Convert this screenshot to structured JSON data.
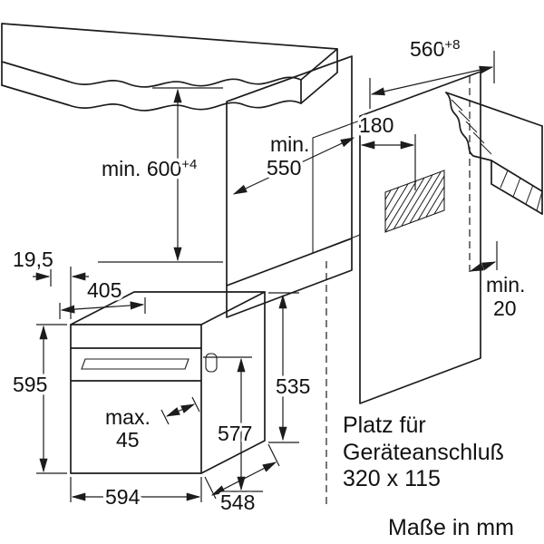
{
  "drawing": {
    "annotations": {
      "connection_space": {
        "line1": "Platz für",
        "line2": "Geräteanschluß",
        "line3": "320 x 115"
      },
      "units_note": "Maße in mm"
    },
    "dimensions": {
      "niche_width": {
        "value": "560",
        "tolerance": "+8"
      },
      "niche_height": {
        "value": "min. 600",
        "tolerance": "+4"
      },
      "niche_depth": {
        "prefix": "min.",
        "value": "550"
      },
      "connection_offset": "180",
      "rear_gap": {
        "prefix": "min.",
        "value": "20"
      },
      "top_edge_inset": "19,5",
      "top_depth": "405",
      "appliance_height": "595",
      "door_protrusion": {
        "prefix": "max.",
        "value": "45"
      },
      "front_frame_height": "577",
      "body_rear_height": "535",
      "appliance_width": "594",
      "appliance_depth": "548"
    },
    "colors": {
      "line": "#1c1c1c",
      "background": "#ffffff"
    }
  }
}
